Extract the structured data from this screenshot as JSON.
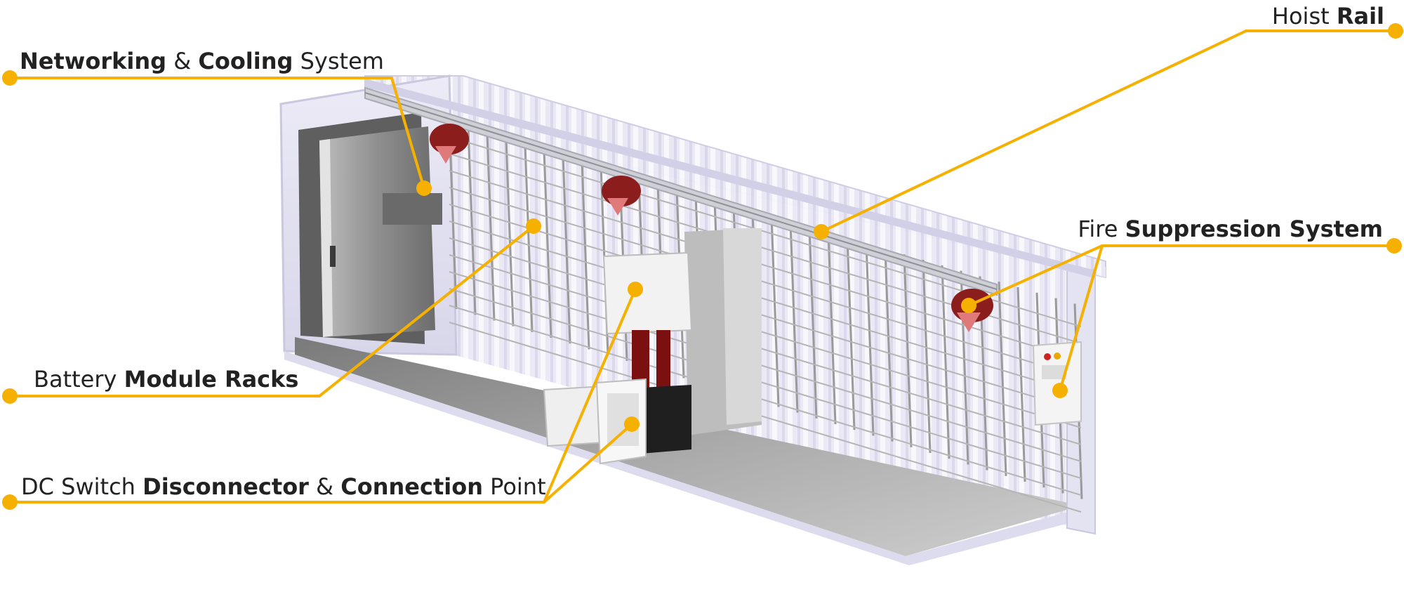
{
  "accent_color": "#F5B000",
  "labels": {
    "networking": {
      "parts": [
        {
          "text": "Networking",
          "bold": true
        },
        {
          "text": " & ",
          "bold": false
        },
        {
          "text": "Cooling",
          "bold": true
        },
        {
          "text": " System",
          "bold": false
        }
      ]
    },
    "battery": {
      "parts": [
        {
          "text": "Battery ",
          "bold": false
        },
        {
          "text": "Module Racks",
          "bold": true
        }
      ]
    },
    "dc_switch": {
      "parts": [
        {
          "text": "DC Switch ",
          "bold": false
        },
        {
          "text": "Disconnector",
          "bold": true
        },
        {
          "text": " & ",
          "bold": false
        },
        {
          "text": "Connection",
          "bold": true
        },
        {
          "text": " Point",
          "bold": false
        }
      ]
    },
    "hoist": {
      "parts": [
        {
          "text": "Hoist ",
          "bold": false
        },
        {
          "text": "Rail",
          "bold": true
        }
      ]
    },
    "fire": {
      "parts": [
        {
          "text": "Fire ",
          "bold": false
        },
        {
          "text": "Suppression System",
          "bold": true
        }
      ]
    }
  }
}
